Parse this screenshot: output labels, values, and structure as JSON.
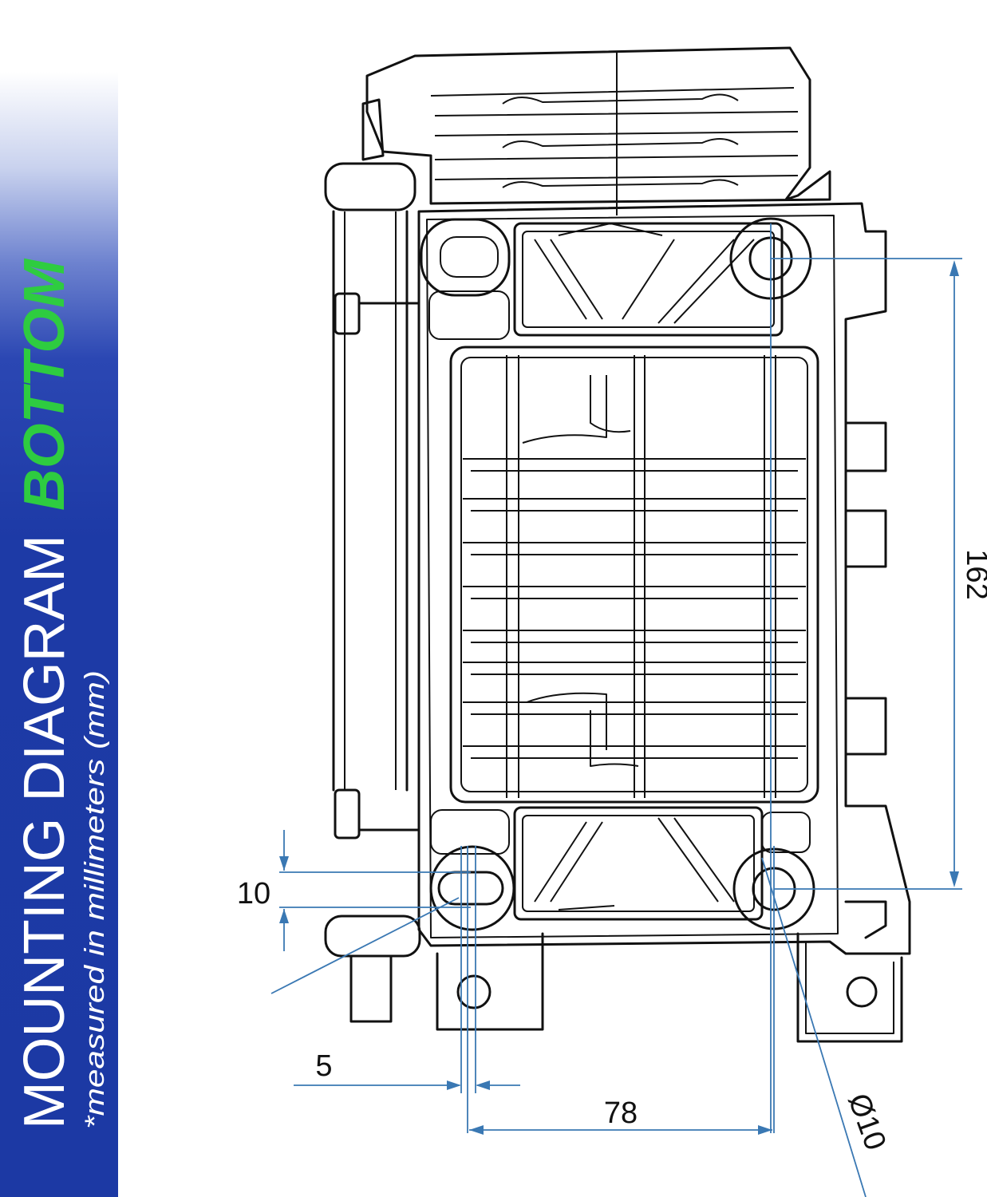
{
  "banner": {
    "title": "MOUNTING DIAGRAM",
    "title_highlight": "BOTTOM",
    "subtitle": "*measured in millimeters (mm)",
    "colors": {
      "background": "#1c39a4",
      "title": "#ffffff",
      "highlight": "#2ecc40",
      "subtitle": "#ffffff"
    }
  },
  "dimensions": {
    "vertical_span": "162",
    "slot_height": "10",
    "slot_offset": "5",
    "horizontal_span": "78",
    "hole_diameter": "Ø10",
    "color": "#3a78b3"
  }
}
